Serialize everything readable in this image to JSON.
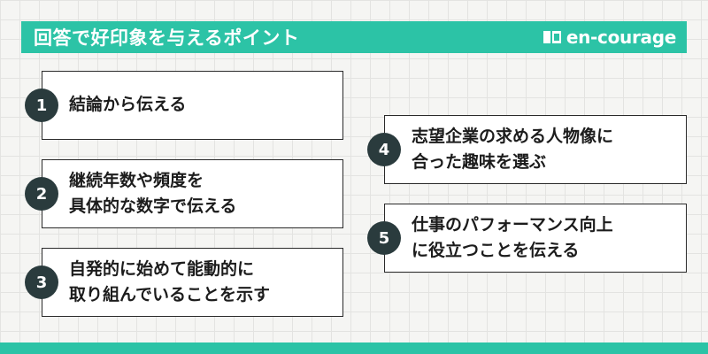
{
  "header": {
    "title": "回答で好印象を与えるポイント",
    "logo_text": "en-courage",
    "logo_icon": "book-icon",
    "accent_color": "#2cc3a6"
  },
  "points": [
    {
      "number": "1",
      "lines": [
        "結論から伝える"
      ]
    },
    {
      "number": "2",
      "lines": [
        "継続年数や頻度を",
        "具体的な数字で伝える"
      ]
    },
    {
      "number": "3",
      "lines": [
        "自発的に始めて能動的に",
        "取り組んでいることを示す"
      ]
    },
    {
      "number": "4",
      "lines": [
        "志望企業の求める人物像に",
        "合った趣味を選ぶ"
      ]
    },
    {
      "number": "5",
      "lines": [
        "仕事のパフォーマンス向上",
        "に役立つことを伝える"
      ]
    }
  ],
  "colors": {
    "badge": "#2a3b3d",
    "card_border": "#2a2a2a"
  }
}
